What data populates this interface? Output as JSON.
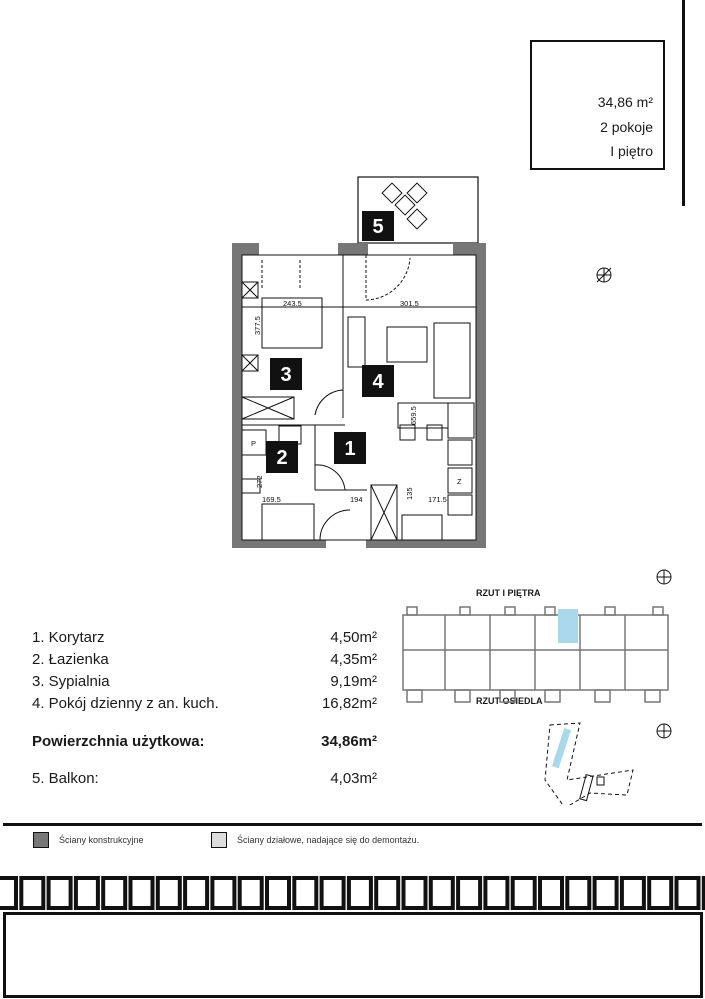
{
  "summary": {
    "area": "34,86 m²",
    "rooms": "2 pokoje",
    "floor": "I piętro"
  },
  "plan": {
    "room_numbers": [
      "1",
      "2",
      "3",
      "4",
      "5"
    ],
    "dimensions": [
      "243.5",
      "301.5",
      "377.5",
      "659.5",
      "169.5",
      "194",
      "135",
      "171.5",
      "272"
    ],
    "fixture_labels": {
      "washer": "P",
      "fridge": "Z"
    }
  },
  "rooms": [
    {
      "label": "1. Korytarz",
      "area": "4,50m²"
    },
    {
      "label": "2. Łazienka",
      "area": "4,35m²"
    },
    {
      "label": "3. Sypialnia",
      "area": "9,19m²"
    },
    {
      "label": "4. Pokój dzienny z an. kuch.",
      "area": "16,82m²"
    }
  ],
  "usable_area": {
    "label": "Powierzchnia użytkowa:",
    "value": "34,86m²"
  },
  "balcony": {
    "label": "5. Balkon:",
    "value": "4,03m²"
  },
  "legend": [
    {
      "label": "Ściany konstrukcyjne",
      "color": "#777777"
    },
    {
      "label": "Ściany działowe, nadające się do demontażu.",
      "color": "#dddddd"
    }
  ],
  "key_plan": {
    "floor_label": "RZUT I PIĘTRA",
    "site_label": "RZUT OSIEDLA",
    "highlight_color": "#a9d8ea"
  },
  "icons": [
    "compass-icon"
  ]
}
